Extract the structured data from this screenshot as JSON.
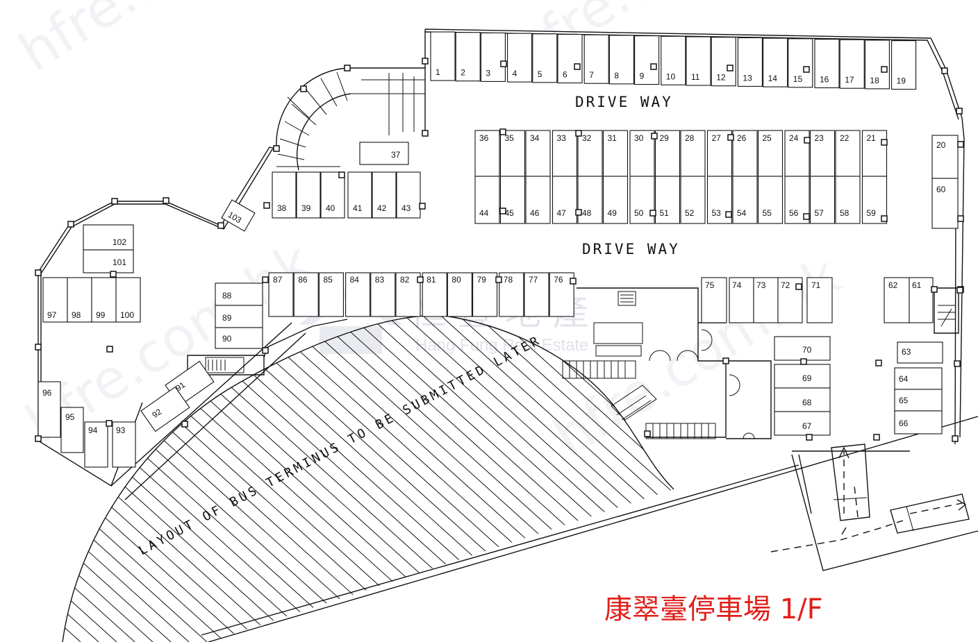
{
  "floor_title": "康翠臺停車場 1/F",
  "watermark": {
    "domain_text": "hfre.com.hk",
    "brand_cn": "恒 豐 地 產",
    "brand_en": "Hang Fung Real Estate"
  },
  "labels": {
    "driveway_top": "DRIVE WAY",
    "driveway_mid": "DRIVE WAY",
    "bus_terminus": "LAYOUT OF BUS TERMINUS TO BE SUBMITTED LATER"
  },
  "colors": {
    "title": "#e0201a",
    "lines": "#111111"
  },
  "parking_spaces": [
    "1",
    "2",
    "3",
    "4",
    "5",
    "6",
    "7",
    "8",
    "9",
    "10",
    "11",
    "12",
    "13",
    "14",
    "15",
    "16",
    "17",
    "18",
    "19",
    "20",
    "21",
    "22",
    "23",
    "24",
    "25",
    "26",
    "27",
    "28",
    "29",
    "30",
    "31",
    "32",
    "33",
    "34",
    "35",
    "36",
    "37",
    "38",
    "39",
    "40",
    "41",
    "42",
    "43",
    "44",
    "45",
    "46",
    "47",
    "48",
    "49",
    "50",
    "51",
    "52",
    "53",
    "54",
    "55",
    "56",
    "57",
    "58",
    "59",
    "60",
    "61",
    "62",
    "63",
    "64",
    "65",
    "66",
    "67",
    "68",
    "69",
    "70",
    "71",
    "72",
    "73",
    "74",
    "75",
    "76",
    "77",
    "78",
    "79",
    "80",
    "81",
    "82",
    "83",
    "84",
    "85",
    "86",
    "87",
    "88",
    "89",
    "90",
    "91",
    "92",
    "93",
    "94",
    "95",
    "96",
    "97",
    "98",
    "99",
    "100",
    "101",
    "102",
    "103"
  ]
}
